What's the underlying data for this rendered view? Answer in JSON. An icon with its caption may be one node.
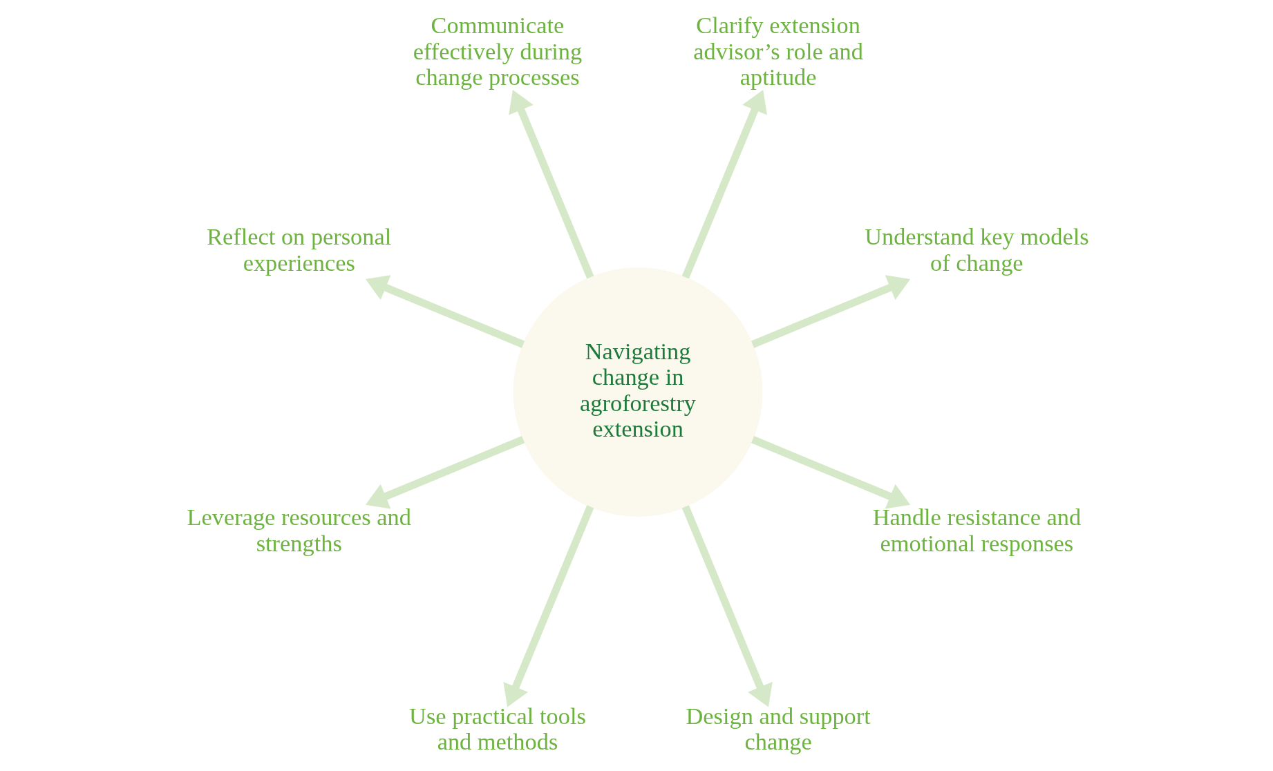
{
  "diagram": {
    "nodes": [
      {
        "text": [
          "Navigating change in agroforestry extension"
        ]
      },
      {
        "text": [
          "Understand key models of change"
        ]
      },
      {
        "text": [
          "Clarify extension advisor’s role and aptitude"
        ]
      },
      {
        "text": [
          "Communicate effectively during change processes"
        ]
      },
      {
        "text": [
          "Reflect on personal experiences"
        ]
      },
      {
        "text": [
          "Leverage resources and strengths"
        ]
      },
      {
        "text": [
          "Use practical tools and methods"
        ]
      },
      {
        "text": [
          "Design and support change"
        ]
      },
      {
        "text": [
          "Handle resistance and emotional responses"
        ]
      }
    ],
    "edges": [
      {
        "from": 0,
        "to": 1,
        "arrow": "to"
      },
      {
        "from": 0,
        "to": 2,
        "arrow": "to"
      },
      {
        "from": 0,
        "to": 3,
        "arrow": "to"
      },
      {
        "from": 0,
        "to": 4,
        "arrow": "to"
      },
      {
        "from": 0,
        "to": 5,
        "arrow": "to"
      },
      {
        "from": 0,
        "to": 6,
        "arrow": "to"
      },
      {
        "from": 0,
        "to": 7,
        "arrow": "to"
      },
      {
        "from": 0,
        "to": 8,
        "arrow": "to"
      }
    ]
  }
}
